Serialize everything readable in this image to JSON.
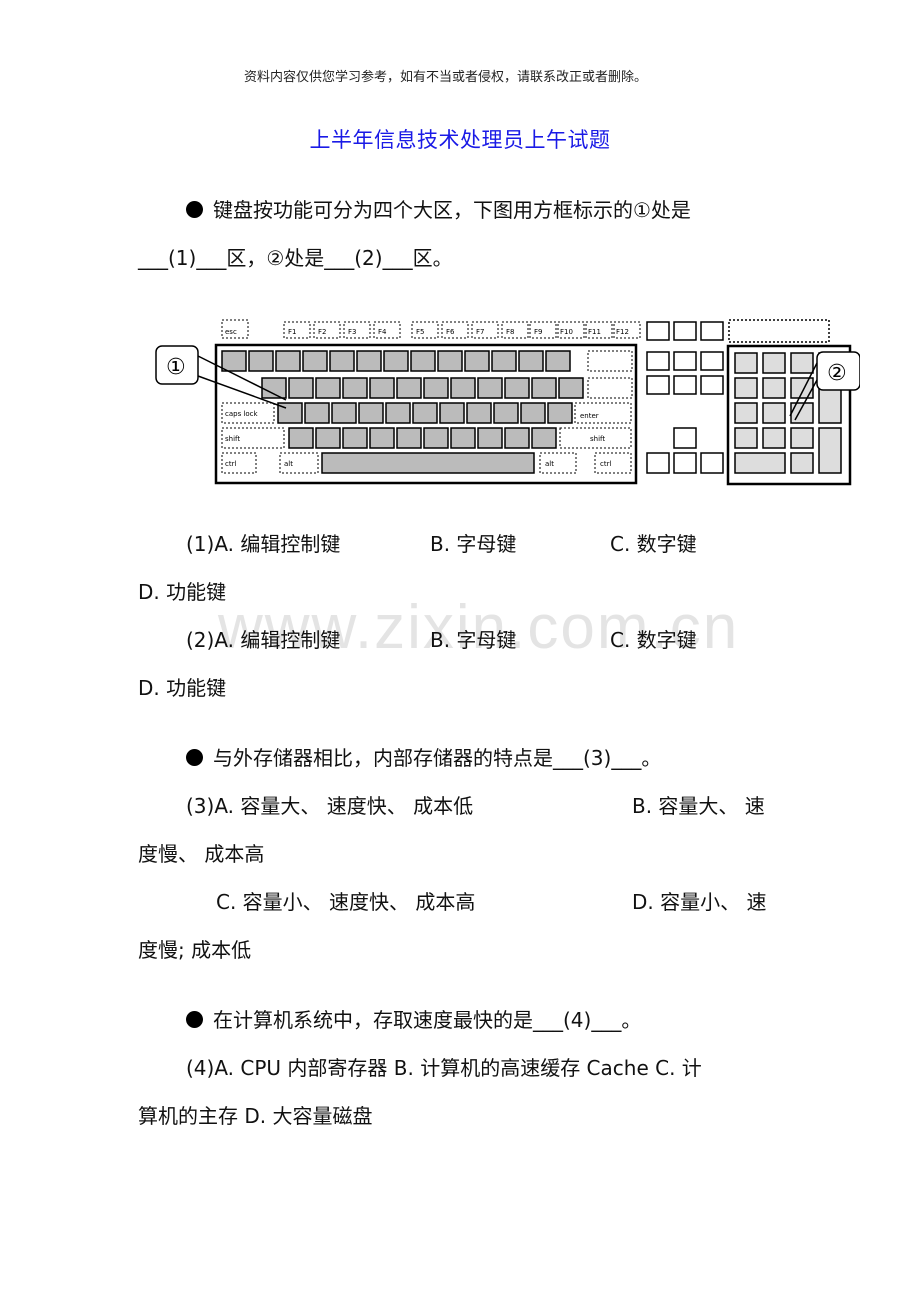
{
  "header": {
    "notice": "资料内容仅供您学习参考，如有不当或者侵权，请联系改正或者删除。",
    "title": "上半年信息技术处理员上午试题"
  },
  "watermark": "www.zixin.com.cn",
  "questions": [
    {
      "stem_line1": "键盘按功能可分为四个大区，下图用方框标示的①处是",
      "stem_line2": "___(1)___区，②处是___(2)___区。",
      "figure": {
        "callout1": "①",
        "callout2": "②",
        "fkeys": [
          "esc",
          "F1",
          "F2",
          "F3",
          "F4",
          "F5",
          "F6",
          "F7",
          "F8",
          "F9",
          "F10",
          "F11",
          "F12"
        ],
        "labels": {
          "caps": "caps lock",
          "shift": "shift",
          "ctrl": "ctrl",
          "alt": "alt",
          "enter": "enter"
        }
      },
      "options": [
        {
          "line1": "(1)A. 编辑控制键",
          "b": "B. 字母键",
          "c": "C. 数字键",
          "line2": "D. 功能键"
        },
        {
          "line1": "(2)A. 编辑控制键",
          "b": "B. 字母键",
          "c": "C. 数字键",
          "line2": "D. 功能键"
        }
      ]
    },
    {
      "stem": "与外存储器相比，内部存储器的特点是___(3)___。",
      "opt_a": "(3)A. 容量大、 速度快、 成本低",
      "opt_b": "B. 容量大、 速",
      "opt_b_cont": "度慢、 成本高",
      "opt_c": "C. 容量小、 速度快、 成本高",
      "opt_d": "D. 容量小、 速",
      "opt_d_cont": "度慢; 成本低"
    },
    {
      "stem": "在计算机系统中，存取速度最快的是___(4)___。",
      "opt_line1": "(4)A. CPU 内部寄存器  B. 计算机的高速缓存 Cache  C. 计",
      "opt_line2": "算机的主存  D. 大容量磁盘"
    }
  ]
}
